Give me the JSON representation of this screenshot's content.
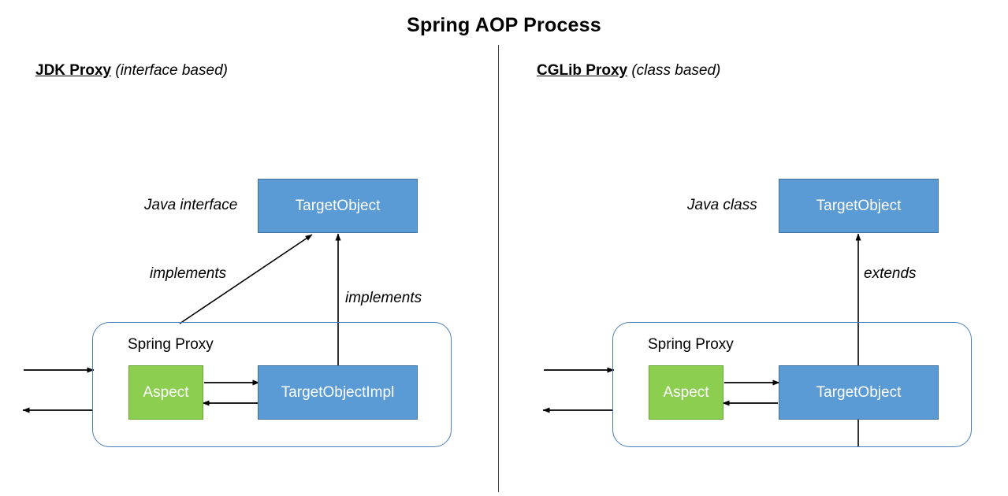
{
  "page": {
    "title": "Spring AOP Process",
    "colors": {
      "blue_fill": "#5b9bd5",
      "blue_stroke": "#41719c",
      "green_fill": "#8cce4f",
      "green_stroke": "#6aa539",
      "proxy_stroke": "#4a7ebb",
      "divider": "#404040",
      "arrow": "#000000",
      "text": "#000000",
      "box_text": "#ffffff"
    }
  },
  "left_panel": {
    "heading_lead": "JDK Proxy",
    "heading_sub": "(interface based)",
    "target_box_label": "TargetObject",
    "target_annotation": "Java interface",
    "proxy_label": "Spring Proxy",
    "aspect_label": "Aspect",
    "impl_label": "TargetObjectImpl",
    "relation_diagonal": "implements",
    "relation_vertical": "implements"
  },
  "right_panel": {
    "heading_lead": "CGLib Proxy",
    "heading_sub": "(class based)",
    "target_box_label": "TargetObject",
    "target_annotation": "Java class",
    "proxy_label": "Spring Proxy",
    "aspect_label": "Aspect",
    "impl_label": "TargetObject",
    "relation_vertical": "extends"
  }
}
